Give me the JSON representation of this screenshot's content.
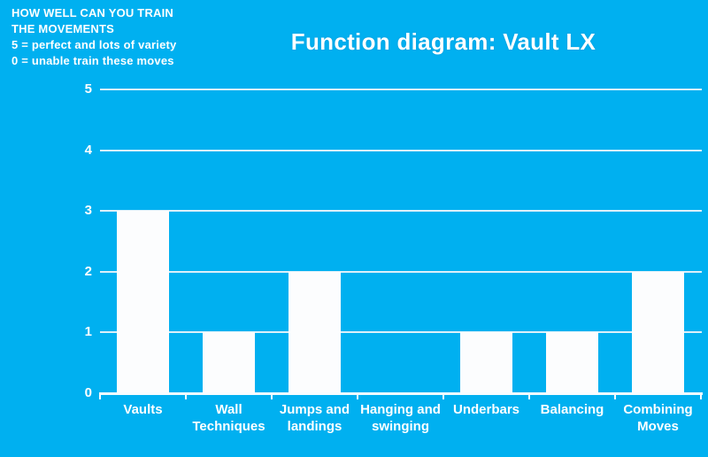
{
  "info_block": {
    "lines": [
      "HOW WELL CAN YOU TRAIN",
      "THE MOVEMENTS",
      "5 = perfect and lots of variety",
      "0 = unable train these moves"
    ]
  },
  "chart_data": {
    "type": "bar",
    "title": "Function diagram: Vault LX",
    "categories": [
      "Vaults",
      "Wall\nTechniques",
      "Jumps and\nlandings",
      "Hanging and\nswinging",
      "Underbars",
      "Balancing",
      "Combining\nMoves"
    ],
    "values": [
      3,
      1,
      2,
      0,
      1,
      1,
      2
    ],
    "y_ticks": [
      "0",
      "1",
      "2",
      "3",
      "4",
      "5"
    ],
    "ylim": [
      0,
      5
    ],
    "grid": true,
    "legend": "none",
    "colors": {
      "background": "#00B0F0",
      "bar": "#FCFDFE",
      "gridline": "#DCF0FA",
      "axis": "#F7FCFF",
      "text": "#FFFFFF"
    }
  }
}
